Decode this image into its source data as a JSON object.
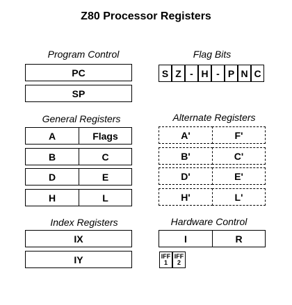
{
  "title": "Z80 Processor Registers",
  "program_control": {
    "title": "Program Control",
    "pc": "PC",
    "sp": "SP"
  },
  "flag_bits": {
    "title": "Flag Bits",
    "bits": [
      "S",
      "Z",
      "-",
      "H",
      "-",
      "P",
      "N",
      "C"
    ]
  },
  "general_registers": {
    "title": "General Registers",
    "rows": [
      [
        "A",
        "Flags"
      ],
      [
        "B",
        "C"
      ],
      [
        "D",
        "E"
      ],
      [
        "H",
        "L"
      ]
    ]
  },
  "alternate_registers": {
    "title": "Alternate Registers",
    "rows": [
      [
        "A'",
        "F'"
      ],
      [
        "B'",
        "C'"
      ],
      [
        "D'",
        "E'"
      ],
      [
        "H'",
        "L'"
      ]
    ]
  },
  "index_registers": {
    "title": "Index Registers",
    "ix": "IX",
    "iy": "IY"
  },
  "hardware_control": {
    "title": "Hardware Control",
    "i": "I",
    "r": "R",
    "iff1": [
      "IFF",
      "1"
    ],
    "iff2": [
      "IFF",
      "2"
    ]
  }
}
